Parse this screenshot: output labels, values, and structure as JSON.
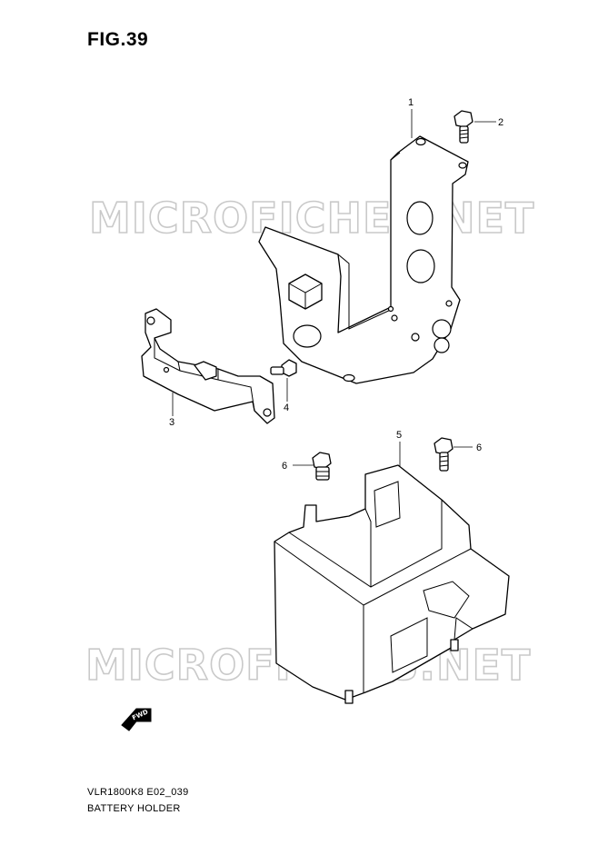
{
  "figure": {
    "title": "FIG.39",
    "model_code": "VLR1800K8 E02_039",
    "caption": "BATTERY HOLDER"
  },
  "watermark": {
    "text": "MICROFICHES.NET",
    "color": "#c9c9c9"
  },
  "fwd_label": "FWD",
  "callouts": [
    {
      "number": "1",
      "part": "bracket"
    },
    {
      "number": "2",
      "part": "bolt"
    },
    {
      "number": "3",
      "part": "bracket"
    },
    {
      "number": "4",
      "part": "bolt"
    },
    {
      "number": "5",
      "part": "battery case"
    },
    {
      "number": "6",
      "part": "bolt"
    },
    {
      "number": "6",
      "part": "bolt"
    }
  ]
}
